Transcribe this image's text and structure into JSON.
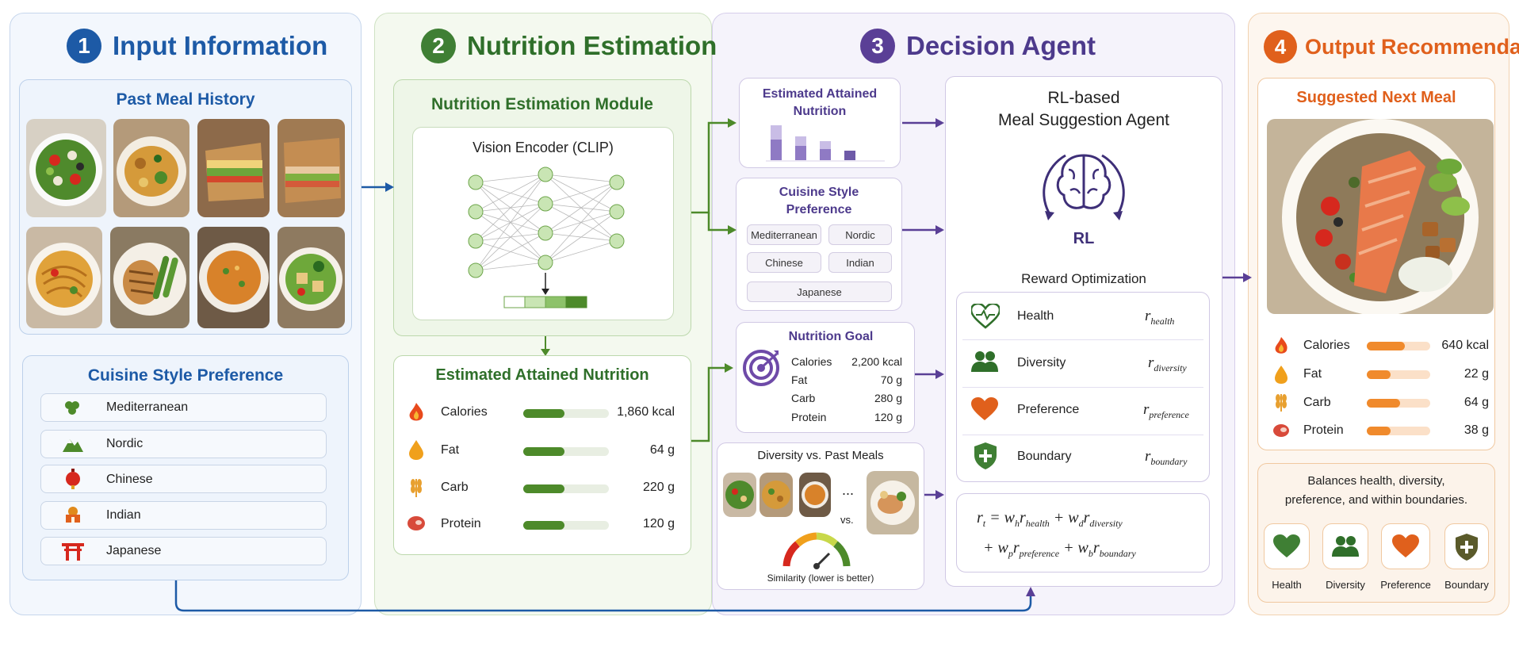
{
  "sections": {
    "input": {
      "number": "1",
      "title": "Input Information"
    },
    "nutrition": {
      "number": "2",
      "title": "Nutrition Estimation"
    },
    "decision": {
      "number": "3",
      "title": "Decision Agent"
    },
    "output": {
      "number": "4",
      "title": "Output Recommendation"
    }
  },
  "input": {
    "past_meals_title": "Past Meal History",
    "cuisine_title": "Cuisine Style Preference",
    "cuisines": [
      "Mediterranean",
      "Nordic",
      "Chinese",
      "Indian",
      "Japanese"
    ]
  },
  "nutrition": {
    "module_title": "Nutrition Estimation Module",
    "encoder_title": "Vision Encoder (CLIP)",
    "estimated_title": "Estimated Attained Nutrition",
    "items": [
      {
        "name": "Calories",
        "value": "1,860 kcal",
        "fill": 0.48
      },
      {
        "name": "Fat",
        "value": "64 g",
        "fill": 0.48
      },
      {
        "name": "Carb",
        "value": "220 g",
        "fill": 0.48
      },
      {
        "name": "Protein",
        "value": "120 g",
        "fill": 0.48
      }
    ]
  },
  "decision": {
    "est_title_line1": "Estimated Attained",
    "est_title_line2": "Nutrition",
    "cuisine_title_line1": "Cuisine Style",
    "cuisine_title_line2": "Preference",
    "cuisine_tags": [
      "Mediterranean",
      "Nordic",
      "Chinese",
      "Indian",
      "Japanese"
    ],
    "goal_title": "Nutrition Goal",
    "goal_items": [
      {
        "name": "Calories",
        "value": "2,200 kcal"
      },
      {
        "name": "Fat",
        "value": "70 g"
      },
      {
        "name": "Carb",
        "value": "280 g"
      },
      {
        "name": "Protein",
        "value": "120 g"
      }
    ],
    "diversity_title": "Diversity vs. Past Meals",
    "ellipsis": "...",
    "vs_label": "vs.",
    "similarity_label": "Similarity (lower is better)",
    "agent_title_line1": "RL-based",
    "agent_title_line2": "Meal Suggestion Agent",
    "rl_label": "RL",
    "reward_title": "Reward Optimization",
    "rewards": [
      {
        "name": "Health",
        "sub": "health"
      },
      {
        "name": "Diversity",
        "sub": "diversity"
      },
      {
        "name": "Preference",
        "sub": "preference"
      },
      {
        "name": "Boundary",
        "sub": "boundary"
      }
    ]
  },
  "output": {
    "meal_title": "Suggested Next Meal",
    "items": [
      {
        "name": "Calories",
        "value": "640 kcal",
        "fill": 0.6
      },
      {
        "name": "Fat",
        "value": "22 g",
        "fill": 0.38
      },
      {
        "name": "Carb",
        "value": "64 g",
        "fill": 0.52
      },
      {
        "name": "Protein",
        "value": "38 g",
        "fill": 0.38
      }
    ],
    "summary_line1": "Balances health, diversity,",
    "summary_line2": "preference, and within boundaries.",
    "badges": [
      "Health",
      "Diversity",
      "Preference",
      "Boundary"
    ]
  },
  "colors": {
    "blue": "#1d5aa6",
    "green": "#2f6f2a",
    "purple": "#4d3a8c",
    "orange": "#e0601c"
  }
}
